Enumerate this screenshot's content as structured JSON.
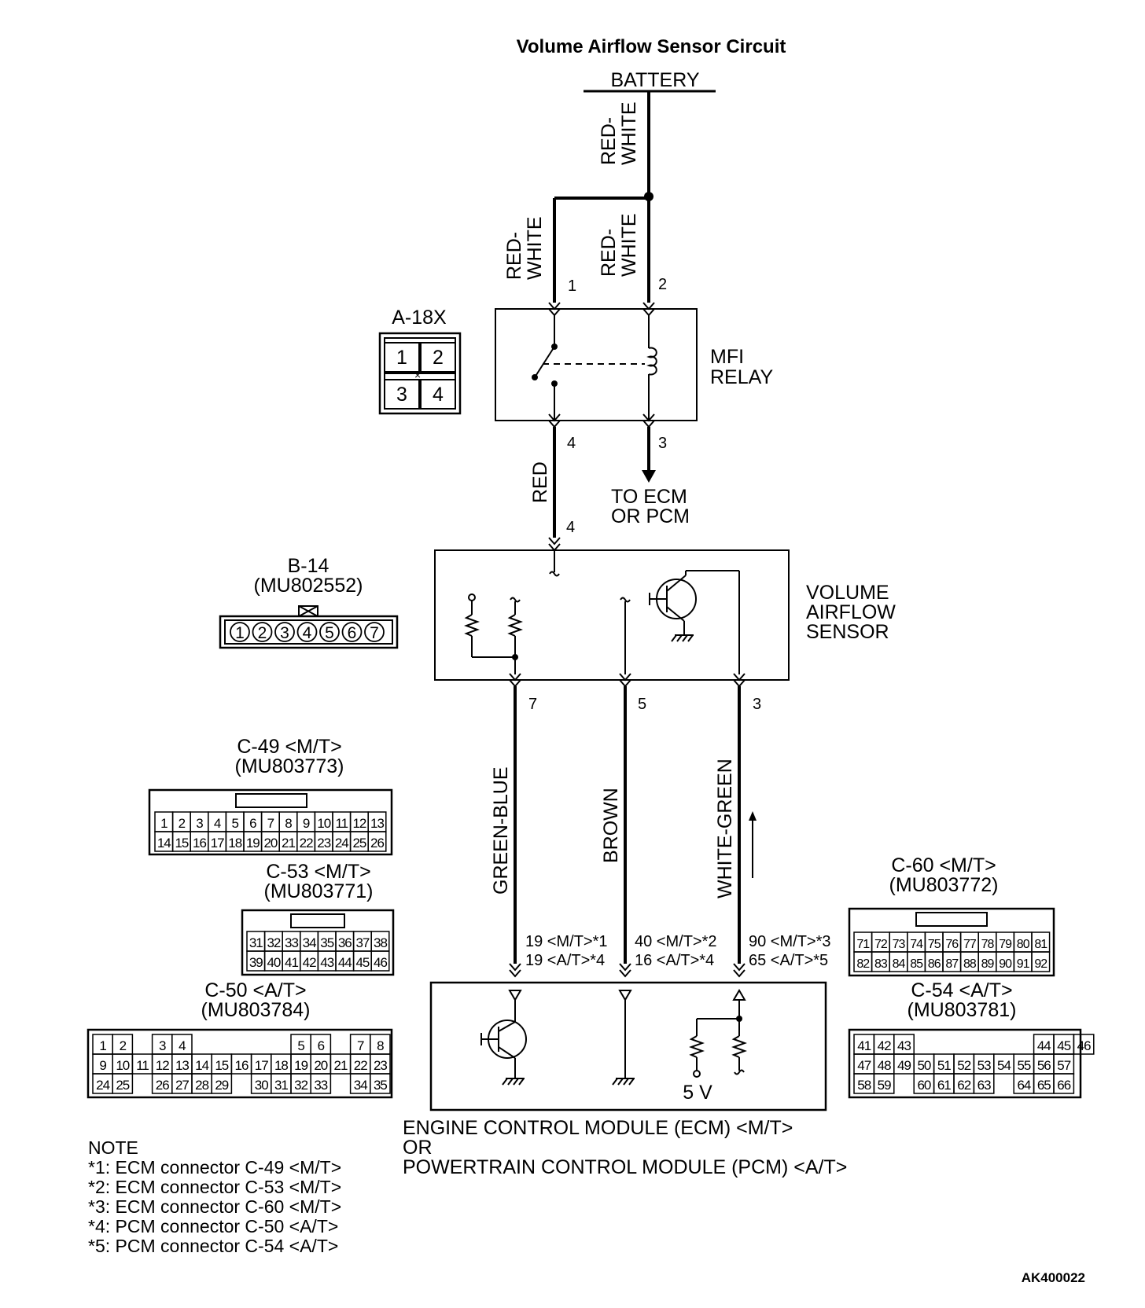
{
  "title": "Volume Airflow Sensor Circuit",
  "battery": "BATTERY",
  "wires": {
    "battery_wire": "RED-\nWHITE",
    "relay_pin1_wire": "RED-\nWHITE",
    "relay_pin2_wire": "RED-\nWHITE",
    "relay_to_sensor": "RED",
    "sensor_pin7": "GREEN-BLUE",
    "sensor_pin5": "BROWN",
    "sensor_pin3": "WHITE-GREEN"
  },
  "relay": {
    "name_line1": "MFI",
    "name_line2": "RELAY",
    "pin1": "1",
    "pin2": "2",
    "pin3": "3",
    "pin4": "4",
    "to_ecm_line1": "TO ECM",
    "to_ecm_line2": "OR PCM"
  },
  "sensor": {
    "name_line1": "VOLUME",
    "name_line2": "AIRFLOW",
    "name_line3": "SENSOR",
    "pin4": "4",
    "pin7": "7",
    "pin5": "5",
    "pin3": "3"
  },
  "ecm": {
    "pins_pin7": [
      "19 <M/T>*1",
      "19 <A/T>*4"
    ],
    "pins_pin5": [
      "40 <M/T>*2",
      "16 <A/T>*4"
    ],
    "pins_pin3": [
      "90 <M/T>*3",
      "65 <A/T>*5"
    ],
    "voltage": "5 V",
    "caption": [
      "ENGINE CONTROL MODULE (ECM) <M/T>",
      "OR",
      "POWERTRAIN CONTROL MODULE (PCM) <A/T>"
    ]
  },
  "connectors": {
    "a18x": {
      "label": "A-18X",
      "pins": [
        "1",
        "2",
        "3",
        "4"
      ]
    },
    "b14": {
      "label": "B-14",
      "part": "(MU802552)",
      "pins": [
        "1",
        "2",
        "3",
        "4",
        "5",
        "6",
        "7"
      ]
    },
    "c49": {
      "label": "C-49 <M/T>",
      "part": "(MU803773)",
      "row1": [
        "1",
        "2",
        "3",
        "4",
        "5",
        "6",
        "7",
        "8",
        "9",
        "10",
        "11",
        "12",
        "13"
      ],
      "row2": [
        "14",
        "15",
        "16",
        "17",
        "18",
        "19",
        "20",
        "21",
        "22",
        "23",
        "24",
        "25",
        "26"
      ]
    },
    "c53": {
      "label": "C-53 <M/T>",
      "part": "(MU803771)",
      "row1": [
        "31",
        "32",
        "33",
        "34",
        "35",
        "36",
        "37",
        "38"
      ],
      "row2": [
        "39",
        "40",
        "41",
        "42",
        "43",
        "44",
        "45",
        "46"
      ]
    },
    "c50": {
      "label": "C-50 <A/T>",
      "part": "(MU803784)",
      "row1": [
        "1",
        "2",
        "",
        "3",
        "4",
        "",
        "",
        "",
        "",
        "",
        "5",
        "6",
        "",
        "7",
        "8"
      ],
      "row2": [
        "9",
        "10",
        "11",
        "12",
        "13",
        "14",
        "15",
        "16",
        "17",
        "18",
        "19",
        "20",
        "21",
        "22",
        "23"
      ],
      "row3": [
        "24",
        "25",
        "",
        "26",
        "27",
        "28",
        "29",
        "",
        "30",
        "31",
        "32",
        "33",
        "",
        "34",
        "35"
      ]
    },
    "c60": {
      "label": "C-60 <M/T>",
      "part": "(MU803772)",
      "row1": [
        "71",
        "72",
        "73",
        "74",
        "75",
        "76",
        "77",
        "78",
        "79",
        "80",
        "81"
      ],
      "row2": [
        "82",
        "83",
        "84",
        "85",
        "86",
        "87",
        "88",
        "89",
        "90",
        "91",
        "92"
      ]
    },
    "c54": {
      "label": "C-54 <A/T>",
      "part": "(MU803781)",
      "row1": [
        "41",
        "42",
        "43",
        "",
        "",
        "",
        "",
        "",
        "",
        "44",
        "45",
        "46"
      ],
      "row2": [
        "47",
        "48",
        "49",
        "50",
        "51",
        "52",
        "53",
        "54",
        "55",
        "56",
        "57"
      ],
      "row3": [
        "58",
        "59",
        "",
        "60",
        "61",
        "62",
        "63",
        "",
        "64",
        "65",
        "66"
      ]
    }
  },
  "notes": [
    "NOTE",
    "*1: ECM connector C-49 <M/T>",
    "*2: ECM connector C-53 <M/T>",
    "*3: ECM connector C-60 <M/T>",
    "*4: PCM connector C-50 <A/T>",
    "*5: PCM connector C-54 <A/T>"
  ],
  "figure_id": "AK400022"
}
